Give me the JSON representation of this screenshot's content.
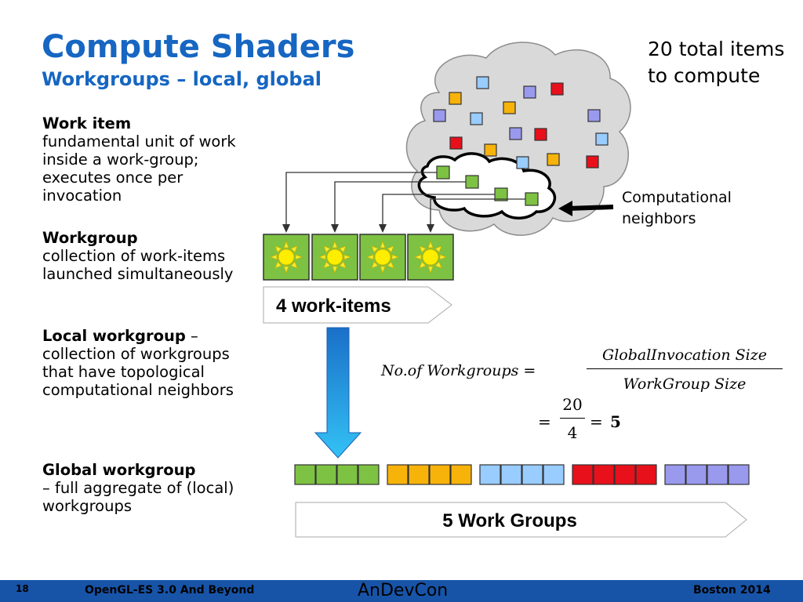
{
  "slide": {
    "title": "Compute Shaders",
    "subtitle": "Workgroups – local, global"
  },
  "definitions": [
    {
      "term": "Work item",
      "separator": "",
      "text": "fundamental unit of work inside a work-group; executes once per invocation"
    },
    {
      "term": "Workgroup",
      "separator": "",
      "text": "collection of work-items launched simultaneously"
    },
    {
      "term": "Local workgroup",
      "separator": " –",
      "text": "collection of workgroups that have topological computational neighbors"
    },
    {
      "term": "Global workgroup",
      "separator": "",
      "text": "– full aggregate of (local) workgroups"
    }
  ],
  "notes": {
    "total_items": "20 total items to compute",
    "neighbors": "Computational neighbors"
  },
  "diagram": {
    "work_items_label": "4 work-items",
    "work_groups_label": "5 Work Groups",
    "work_item_count": 4,
    "cloud_item_count": 20,
    "group_count": 5,
    "items_per_group": 4,
    "group_colors": [
      "#7dc242",
      "#f7b30a",
      "#99ccff",
      "#e8101a",
      "#9999ee"
    ]
  },
  "equation": {
    "lhs": "No.of Workgroups =",
    "numerator": "GlobalInvocation Size",
    "denominator": "WorkGroup Size",
    "eq_sign": "=",
    "value_numerator": "20",
    "value_denominator": "4",
    "result": "5"
  },
  "footer": {
    "slide_number": "18",
    "left_text": "OpenGL-ES 3.0 And Beyond",
    "logo_text": "AnDevCon",
    "right_text": "Boston 2014"
  },
  "colors": {
    "title": "#1666c2",
    "footer_bg": "#1754a8",
    "arrow_blue": "#2a8fe0",
    "work_item_green": "#7dc242"
  }
}
